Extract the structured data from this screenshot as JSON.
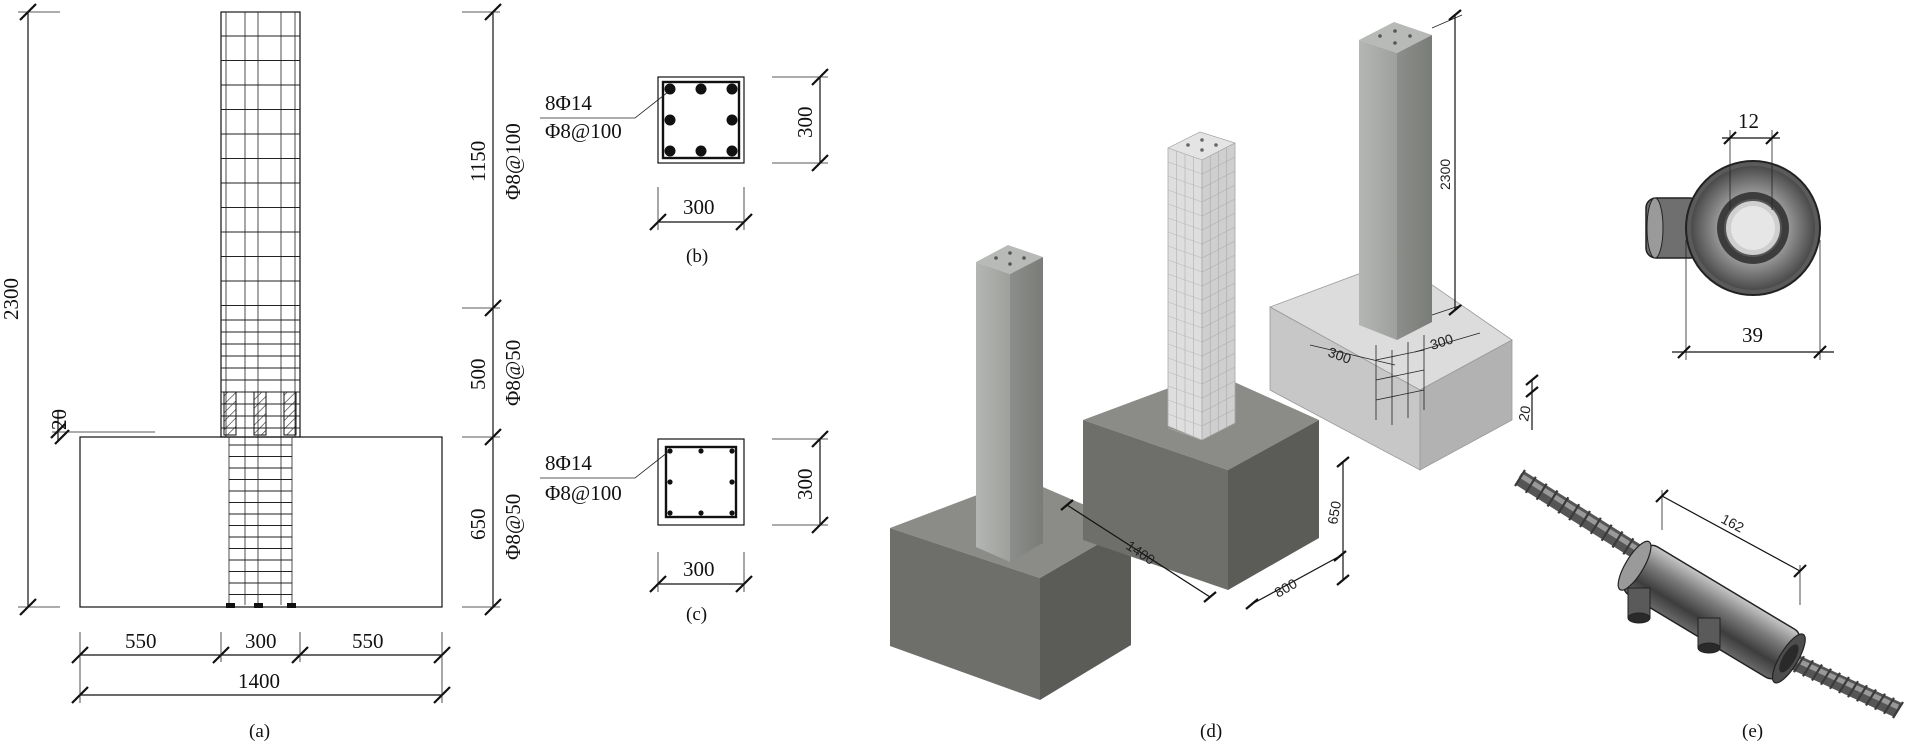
{
  "panel_a": {
    "height_total": "2300",
    "seg_upper": "1150",
    "seg_upper_stirrup": "Φ8@100",
    "seg_mid": "500",
    "seg_mid_stirrup": "Φ8@50",
    "seg_low": "650",
    "seg_low_stirrup": "Φ8@50",
    "small_dim": "20",
    "width_left": "550",
    "width_mid": "300",
    "width_right": "550",
    "width_total": "1400",
    "caption": "(a)"
  },
  "panel_b": {
    "rebar_label": "8Φ14",
    "stirrup_label": "Φ8@100",
    "height": "300",
    "width": "300",
    "caption": "(b)"
  },
  "panel_c": {
    "rebar_label": "8Φ14",
    "stirrup_label": "Φ8@100",
    "height": "300",
    "width": "300",
    "caption": "(c)"
  },
  "panel_d": {
    "column_height": "2300",
    "col_width_1": "300",
    "col_width_2": "300",
    "gap": "20",
    "base_height": "650",
    "base_length": "1400",
    "base_width": "800",
    "caption": "(d)"
  },
  "panel_e": {
    "inner_dim": "12",
    "outer_dim": "39",
    "length_dim": "162",
    "caption": "(e)"
  },
  "colors": {
    "concrete_dark": "#6f6f6f",
    "concrete_column": "#a3a5a2",
    "clear_concrete": "#e3e3e3",
    "steel": "#8a8a8a"
  }
}
